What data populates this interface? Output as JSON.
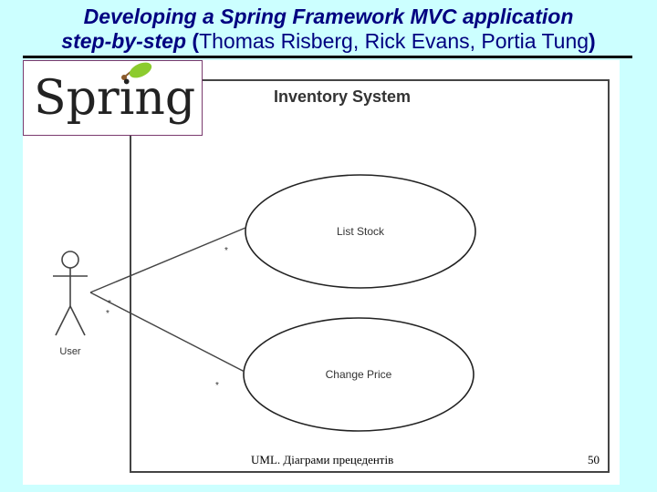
{
  "slide": {
    "title_line1": "Developing a Spring Framework MVC application",
    "title_line2_italic": "step-by-step",
    "title_line2_authors": "Thomas Risberg, Rick Evans, Portia Tung"
  },
  "logo": {
    "wordmark": "Spring",
    "leaf_color": "#8ccb2e"
  },
  "diagram": {
    "system_name": "Inventory System",
    "actor": "User",
    "use_cases": [
      "List Stock",
      "Change Price"
    ]
  },
  "footer": {
    "text": "UML. Діаграми прецедентів",
    "page_number": "50"
  },
  "colors": {
    "background": "#ccffff",
    "title": "#000080"
  }
}
